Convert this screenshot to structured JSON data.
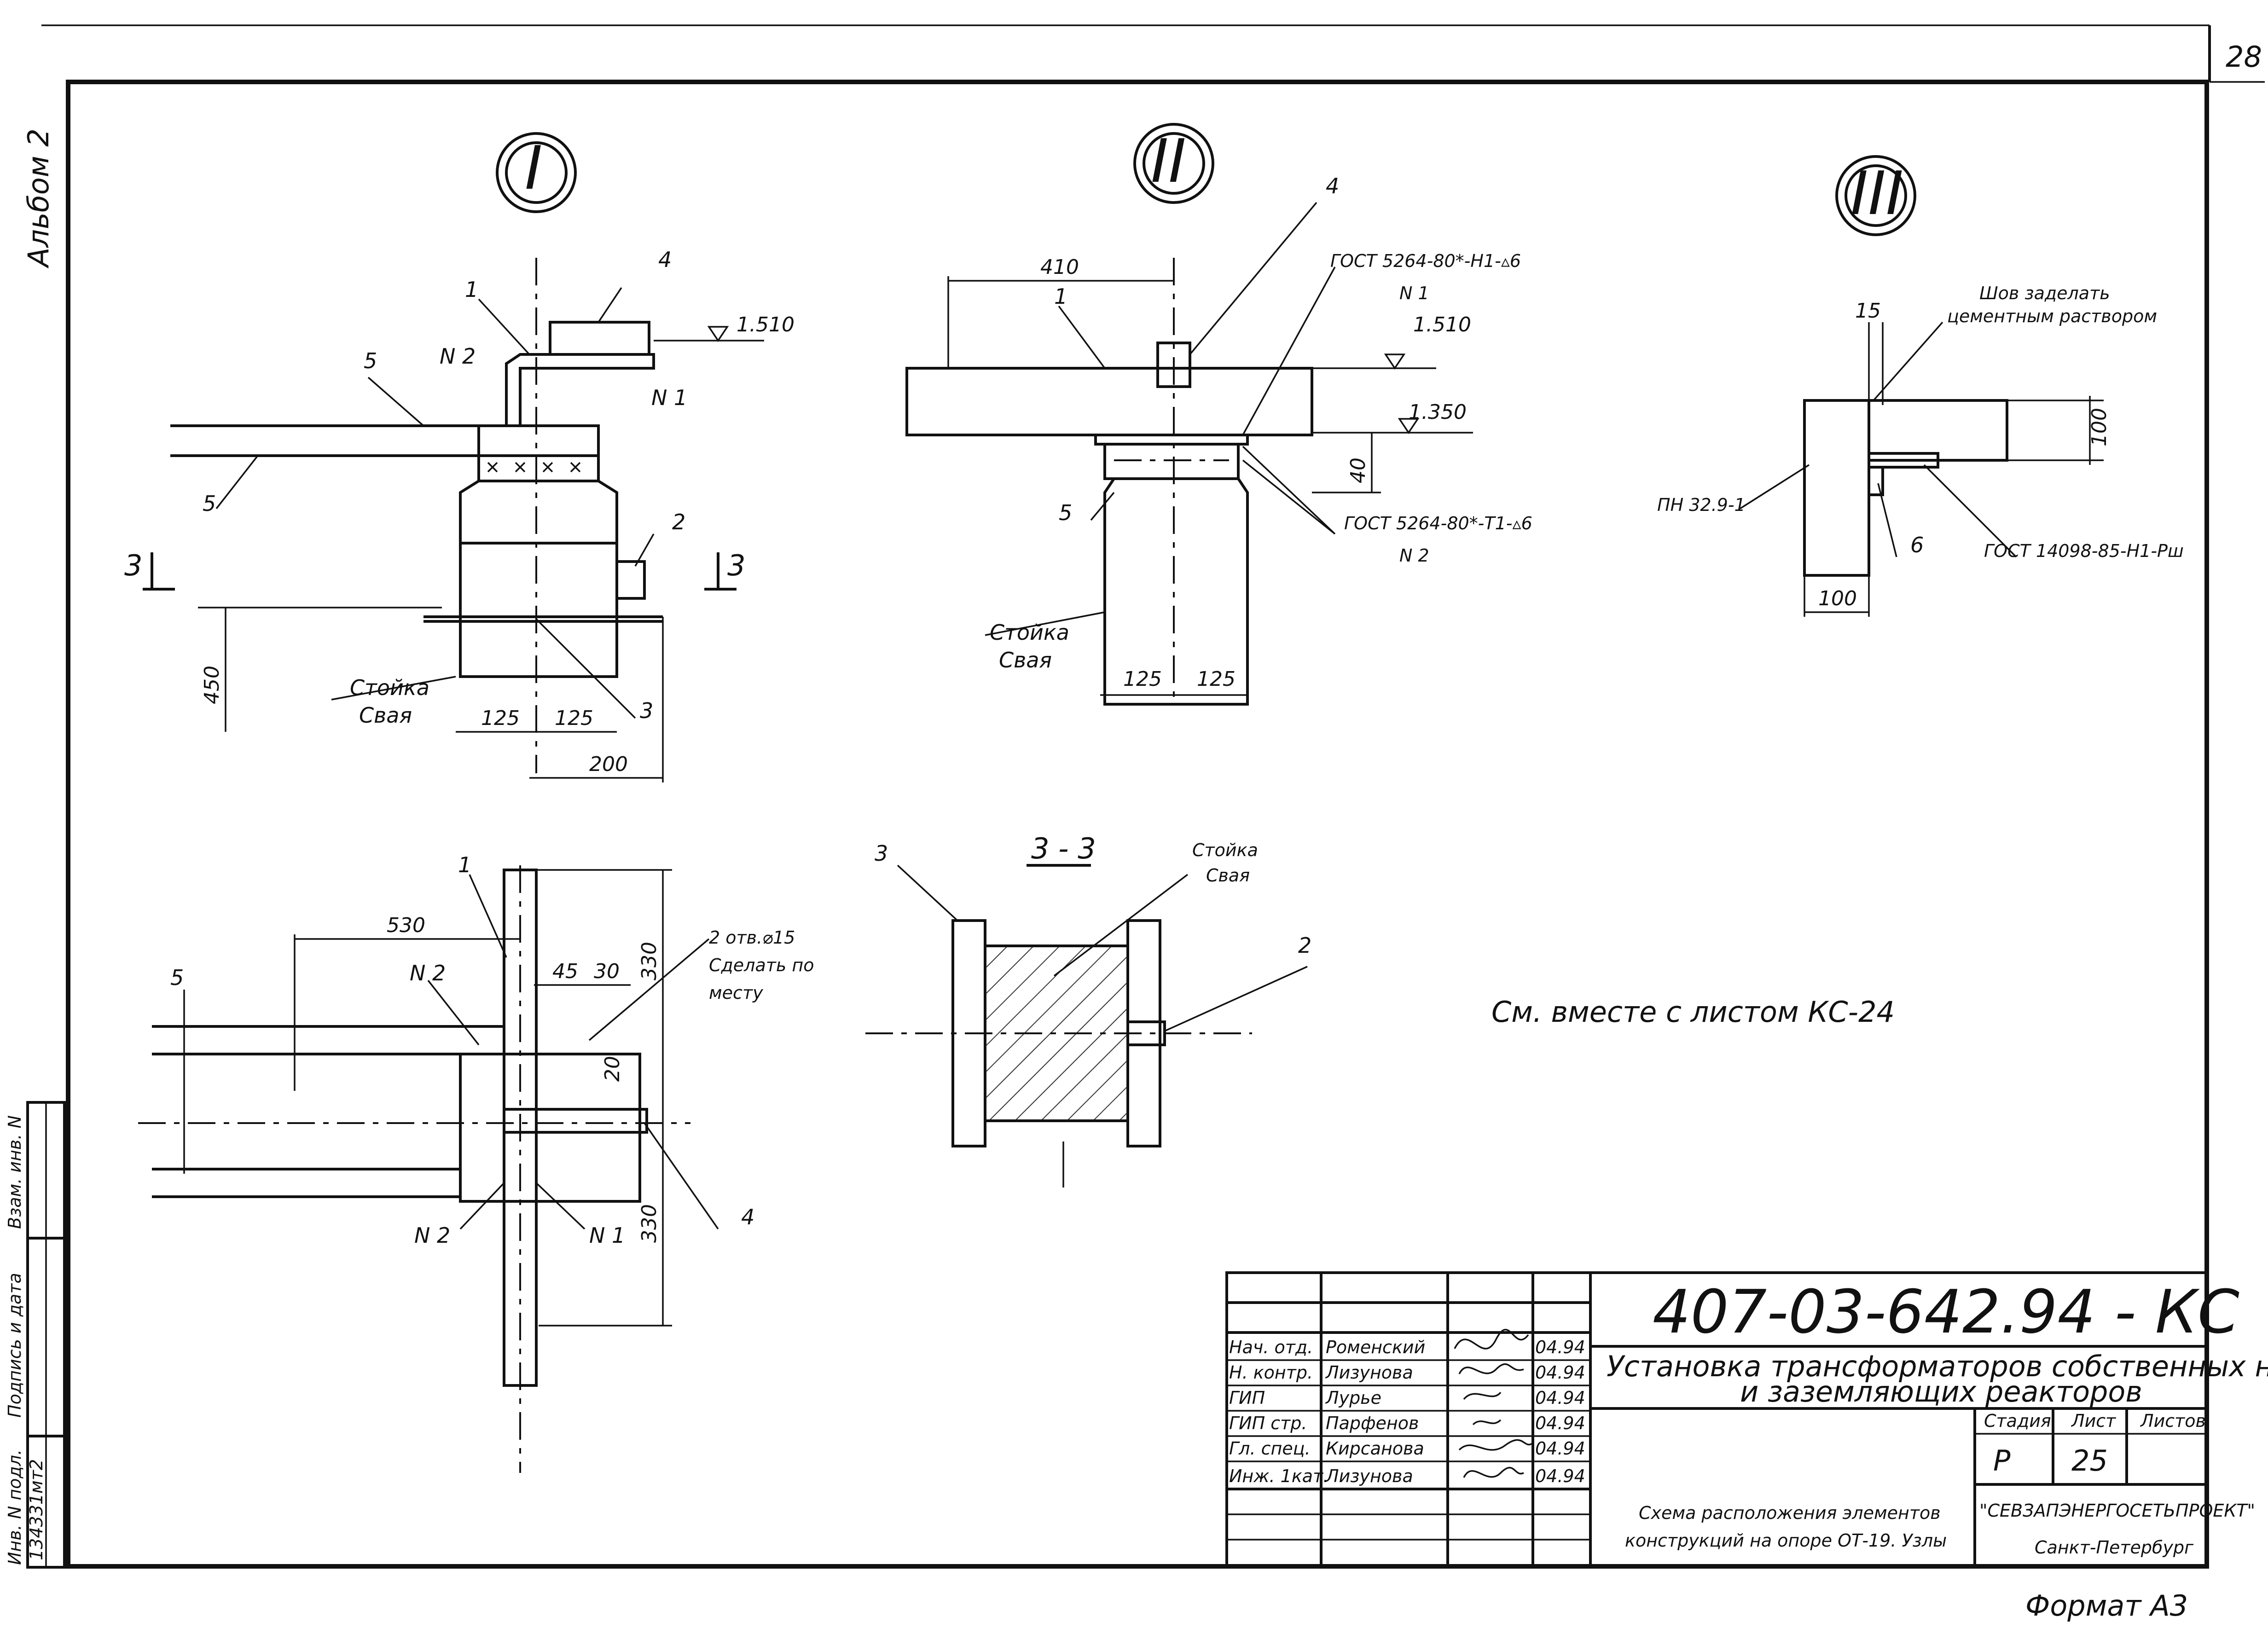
{
  "sheet": {
    "page_number": "28",
    "album": "Альбом 2",
    "format": "Формат А3",
    "note": "См. вместе с листом КС-24"
  },
  "views": {
    "node1": {
      "mark": "I",
      "labels": [
        "1",
        "4",
        "5",
        "N 2",
        "N 1",
        "5",
        "2",
        "3",
        "3"
      ],
      "elevation": "1.510",
      "section_mark": "3",
      "post": "Стойка",
      "pile": "Свая",
      "dims": [
        "450",
        "125",
        "125",
        "200"
      ]
    },
    "node2": {
      "mark": "II",
      "labels": [
        "4",
        "1",
        "5"
      ],
      "gost_top": "ГОСТ 5264-80*-Н1-▵6",
      "gost_top_n": "N 1",
      "gost_bottom": "ГОСТ 5264-80*-Т1-▵6",
      "gost_bottom_n": "N 2",
      "elevation_top": "1.510",
      "elevation_bottom": "1.350",
      "post": "Стойка",
      "pile": "Свая",
      "dims": [
        "410",
        "40",
        "125",
        "125"
      ]
    },
    "node3": {
      "mark": "III",
      "seam_note_1": "Шов заделать",
      "seam_note_2": "цементным раствором",
      "plate": "ПН 32.9-1",
      "gost": "ГОСТ 14098-85-Н1-Рш",
      "labels": [
        "6"
      ],
      "dims": [
        "15",
        "100",
        "100"
      ]
    },
    "plan": {
      "labels": [
        "1",
        "5",
        "N 2",
        "N 2",
        "N 1",
        "4"
      ],
      "hole_note_1": "2 отв.⌀15",
      "hole_note_2": "Сделать по",
      "hole_note_3": "месту",
      "dims": [
        "530",
        "45",
        "30",
        "330",
        "20",
        "330"
      ]
    },
    "section33": {
      "title": "3 - 3",
      "post": "Стойка",
      "pile": "Свая",
      "labels": [
        "3",
        "2"
      ]
    }
  },
  "title_block": {
    "code": "407-03-642.94 - КС",
    "title_1": "Установка трансформаторов собственных нужд",
    "title_2": "и заземляющих реакторов",
    "description_1": "Схема расположения элементов",
    "description_2": "конструкций на опоре ОТ-19. Узлы",
    "stage_label": "Стадия",
    "sheet_label": "Лист",
    "sheets_label": "Листов",
    "stage_value": "Р",
    "sheet_value": "25",
    "organization": "\"СЕВЗАПЭНЕРГОСЕТЬПРОЕКТ\"",
    "city": "Санкт-Петербург",
    "signatures": [
      {
        "role": "Нач. отд.",
        "name": "Роменский",
        "date": "04.94"
      },
      {
        "role": "Н. контр.",
        "name": "Лизунова",
        "date": "04.94"
      },
      {
        "role": "ГИП",
        "name": "Лурье",
        "date": "04.94"
      },
      {
        "role": "ГИП стр.",
        "name": "Парфенов",
        "date": "04.94"
      },
      {
        "role": "Гл. спец.",
        "name": "Кирсанова",
        "date": "04.94"
      },
      {
        "role": "Инж. 1кат.",
        "name": "Лизунова",
        "date": "04.94"
      }
    ]
  },
  "side_stamp": {
    "vzam": "Взам. инв. N",
    "podpis": "Подпись и дата",
    "inv": "Инв. N подл.",
    "inv_value": "134331мт2"
  }
}
